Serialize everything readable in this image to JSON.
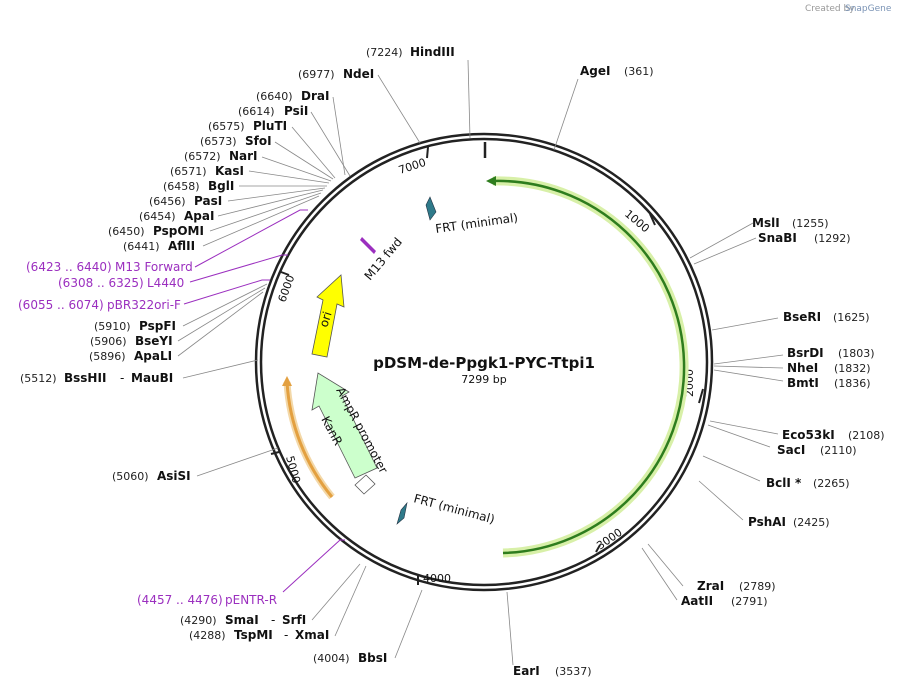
{
  "plasmid": {
    "name": "pDSM-de-Ppgk1-PYC-Ttpi1",
    "length_label": "7299 bp"
  },
  "credit": {
    "prefix": "Created by",
    "brand": "SnapGene"
  },
  "ticks": [
    "1000",
    "2000",
    "3000",
    "4000",
    "5000",
    "6000",
    "7000"
  ],
  "sites": [
    {
      "pos": "(7224)",
      "name": "HindIII"
    },
    {
      "pos": "(6977)",
      "name": "NdeI"
    },
    {
      "pos": "(6640)",
      "name": "DraI"
    },
    {
      "pos": "(6614)",
      "name": "PsiI"
    },
    {
      "pos": "(6575)",
      "name": "PluTI"
    },
    {
      "pos": "(6573)",
      "name": "SfoI"
    },
    {
      "pos": "(6572)",
      "name": "NarI"
    },
    {
      "pos": "(6571)",
      "name": "KasI"
    },
    {
      "pos": "(6458)",
      "name": "BglI"
    },
    {
      "pos": "(6456)",
      "name": "PasI"
    },
    {
      "pos": "(6454)",
      "name": "ApaI"
    },
    {
      "pos": "(6450)",
      "name": "PspOMI"
    },
    {
      "pos": "(6441)",
      "name": "AflII"
    },
    {
      "pos": "(5910)",
      "name": "PspFI"
    },
    {
      "pos": "(5906)",
      "name": "BseYI"
    },
    {
      "pos": "(5896)",
      "name": "ApaLI"
    },
    {
      "pos": "(5512)",
      "name": "BssHII",
      "sep": "-",
      "name2": "MauBI"
    },
    {
      "pos": "(5060)",
      "name": "AsiSI"
    },
    {
      "pos": "(4290)",
      "name": "SmaI",
      "sep": "-",
      "name2": "SrfI"
    },
    {
      "pos": "(4288)",
      "name": "TspMI",
      "sep": "-",
      "name2": "XmaI"
    },
    {
      "pos": "(4004)",
      "name": "BbsI"
    },
    {
      "pos": "(3537)",
      "name": "EarI"
    },
    {
      "pos": "(2789)",
      "name": "ZraI"
    },
    {
      "pos": "(2791)",
      "name": "AatII"
    },
    {
      "pos": "(2425)",
      "name": "PshAI"
    },
    {
      "pos": "(2265)",
      "name": "BclI *"
    },
    {
      "pos": "(2110)",
      "name": "SacI"
    },
    {
      "pos": "(2108)",
      "name": "Eco53kI"
    },
    {
      "pos": "(1836)",
      "name": "BmtI"
    },
    {
      "pos": "(1832)",
      "name": "NheI"
    },
    {
      "pos": "(1803)",
      "name": "BsrDI"
    },
    {
      "pos": "(1625)",
      "name": "BseRI"
    },
    {
      "pos": "(1292)",
      "name": "SnaBI"
    },
    {
      "pos": "(1255)",
      "name": "MslI"
    },
    {
      "pos": "(361)",
      "name": "AgeI"
    }
  ],
  "primers": [
    {
      "range": "(6423 .. 6440)",
      "name": "M13 Forward"
    },
    {
      "range": "(6308 .. 6325)",
      "name": "L4440"
    },
    {
      "range": "(6055 .. 6074)",
      "name": "pBR322ori-F"
    },
    {
      "range": "(4457 .. 4476)",
      "name": "pENTR-R"
    }
  ],
  "features": {
    "frt_top": "FRT (minimal)",
    "frt_bottom": "FRT (minimal)",
    "m13": "M13 fwd",
    "ori": "ori",
    "ampr": "AmpR promoter",
    "kanr": "KanR"
  },
  "colors": {
    "backbone": "#222222",
    "large_orf": "#2e7d1e",
    "large_orf_glow": "#d8f0a8",
    "ori": "#ffff00",
    "kanr": "#ccffcc",
    "promoter_arrow": "#e3a040",
    "primer": "#9b2fbf",
    "frt": "#2f7a8a"
  }
}
